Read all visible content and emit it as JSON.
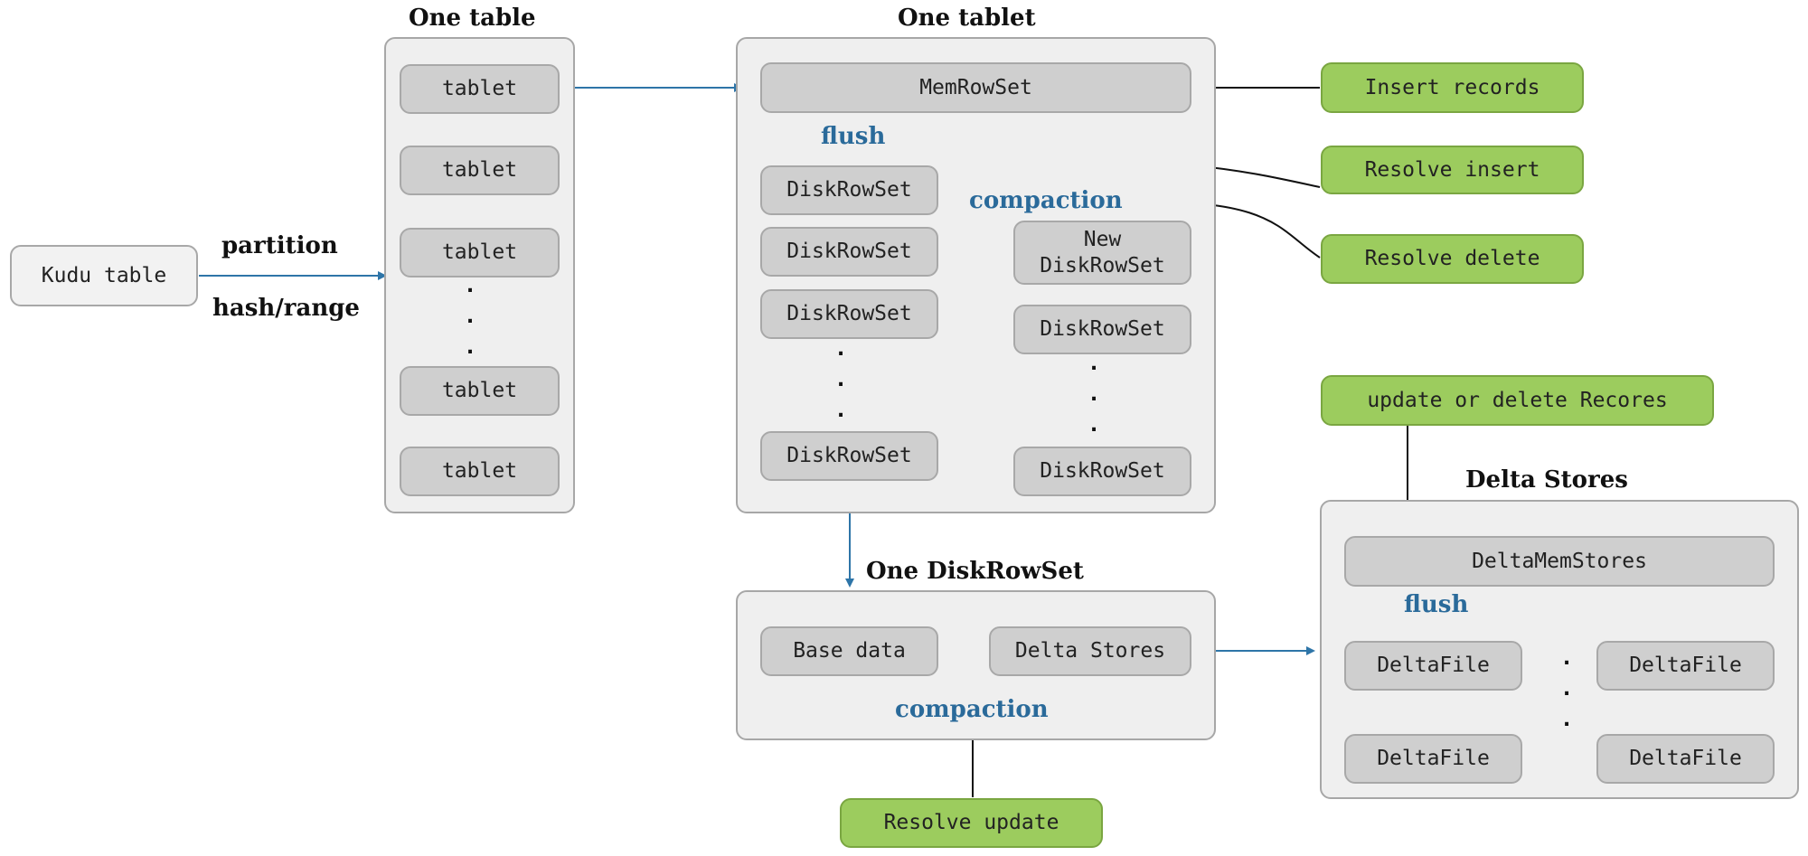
{
  "titles": {
    "one_table": "One table",
    "one_tablet": "One tablet",
    "one_diskrowset": "One DiskRowSet",
    "delta_stores": "Delta Stores"
  },
  "kudu_table": "Kudu table",
  "partition_label": "partition",
  "hash_range_label": "hash/range",
  "tablets": [
    "tablet",
    "tablet",
    "tablet",
    "tablet",
    "tablet"
  ],
  "tablet_panel": {
    "memrowset": "MemRowSet",
    "flush_label": "flush",
    "compaction_label": "compaction",
    "left_column": [
      "DiskRowSet",
      "DiskRowSet",
      "DiskRowSet",
      "DiskRowSet"
    ],
    "new_diskrowset": "New\nDiskRowSet",
    "right_column": [
      "DiskRowSet",
      "DiskRowSet"
    ]
  },
  "diskrowset_panel": {
    "base_data": "Base data",
    "delta_stores": "Delta Stores",
    "compaction_label": "compaction"
  },
  "delta_panel": {
    "deltamemstores": "DeltaMemStores",
    "flush_label": "flush",
    "deltafiles": [
      "DeltaFile",
      "DeltaFile",
      "DeltaFile",
      "DeltaFile"
    ]
  },
  "actions": {
    "insert_records": "Insert records",
    "resolve_insert": "Resolve insert",
    "resolve_delete": "Resolve delete",
    "update_or_delete": "update or delete Recores",
    "resolve_update": "Resolve update"
  },
  "ellipsis": ".\n.\n.",
  "colors": {
    "blue_arrow": "#2e75a8",
    "black_arrow": "#111111",
    "green_box": "#9ccc5e",
    "gray_box": "#cfcfcf",
    "container_bg": "#efefef"
  }
}
